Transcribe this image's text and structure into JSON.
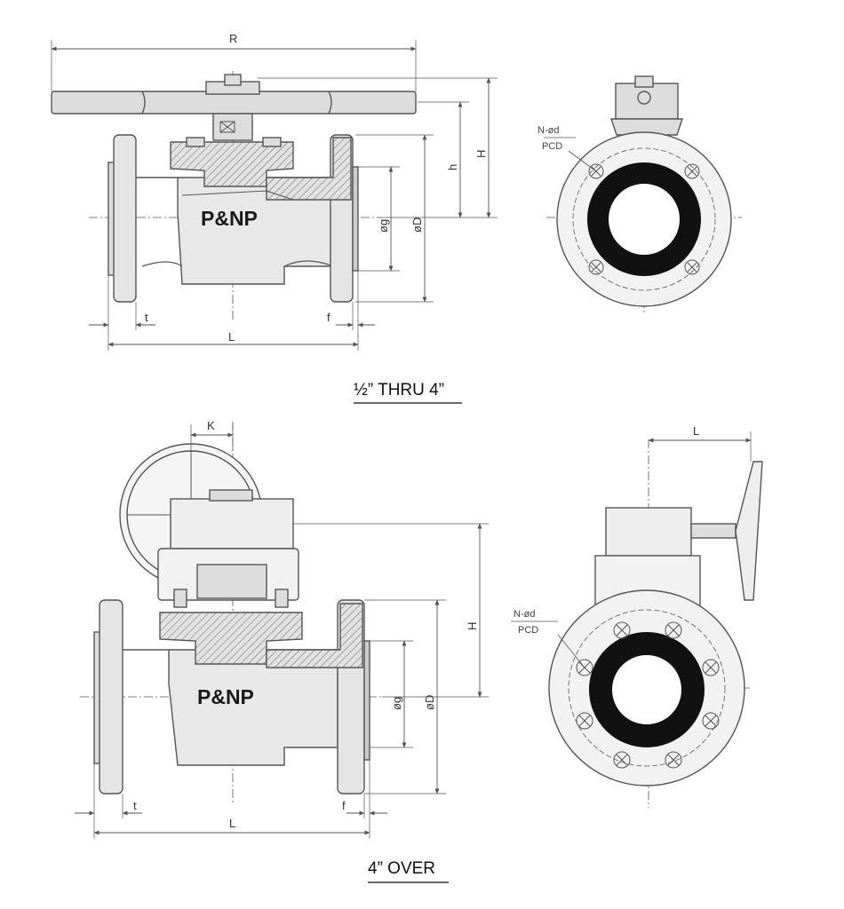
{
  "colors": {
    "line": "#555555",
    "fill": "#d9d9d9",
    "dark": "#111111",
    "background": "#ffffff"
  },
  "top_view": {
    "caption": "½” THRU 4”",
    "brand": "P&NP",
    "dims": {
      "R": "R",
      "H": "H",
      "h": "h",
      "g": "øg",
      "D": "øD",
      "t": "t",
      "f": "f",
      "L": "L"
    },
    "bolt_label": "N-ød",
    "pcd_label": "PCD"
  },
  "bottom_view": {
    "caption": "4” OVER",
    "brand": "P&NP",
    "dims": {
      "K": "K",
      "H": "H",
      "g": "øg",
      "D": "øD",
      "t": "t",
      "f": "f",
      "L": "L",
      "L_side": "L"
    },
    "bolt_label": "N-ød",
    "pcd_label": "PCD"
  }
}
